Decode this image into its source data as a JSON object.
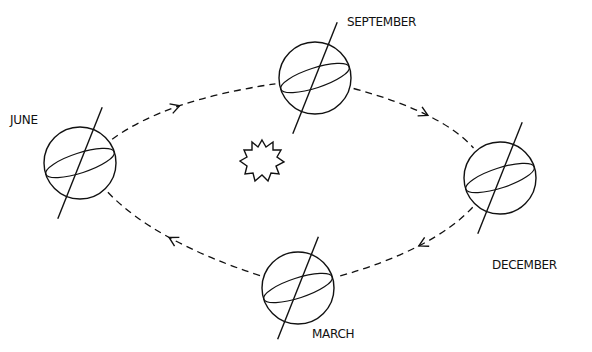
{
  "diagram": {
    "nodes": [
      {
        "text": [
          "JUNE"
        ]
      },
      {
        "text": [
          "SEPTEMBER"
        ]
      },
      {
        "text": [
          "DECEMBER"
        ]
      },
      {
        "text": [
          "MARCH"
        ]
      }
    ],
    "edges": [
      {
        "from": 0,
        "to": 1,
        "arrow": "to"
      },
      {
        "from": 1,
        "to": 2,
        "arrow": "to"
      },
      {
        "from": 2,
        "to": 3,
        "arrow": "to"
      },
      {
        "from": 3,
        "to": 0,
        "arrow": "to"
      }
    ]
  }
}
